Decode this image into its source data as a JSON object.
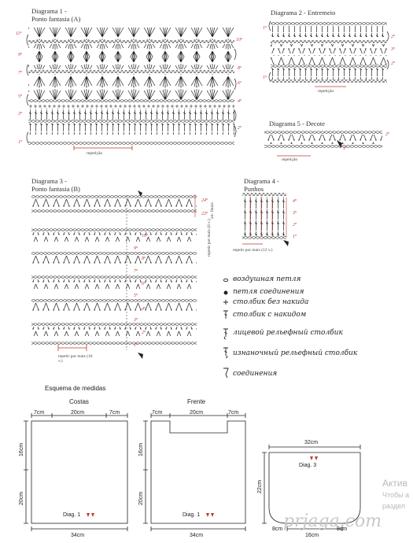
{
  "diagrams": {
    "d1": {
      "title": "Diagrama 1 -",
      "subtitle": "Ponto fantasia (A)",
      "repeat": "repetição",
      "rows_left": [
        "11ª",
        "9ª",
        "7ª",
        "5ª",
        "3ª",
        "1ª"
      ],
      "rows_right": [
        "10ª",
        "8ª",
        "6ª",
        "4ª",
        "2ª"
      ]
    },
    "d2": {
      "title": "Diagrama 2 - Entremeio",
      "repeat": "repetição",
      "rows": [
        "1ª",
        "2ª",
        "3ª",
        "2ª",
        "1ª"
      ]
    },
    "d5": {
      "title": "Diagrama 5 - Decote",
      "repeat": "repetição",
      "rows": [
        "2ª",
        "1ª"
      ]
    },
    "d3": {
      "title": "Diagrama 3 -",
      "subtitle": "Ponto fantasia (B)",
      "side_note": "arr. finais",
      "rows": [
        "24ª",
        "23ª",
        "10ª",
        "9ª",
        "8ª",
        "7ª",
        "6ª",
        "5ª",
        "4ª",
        "3ª",
        "2ª",
        "1ª"
      ],
      "repeat_top": "repetir por mais (8 v.)",
      "repeat_bottom": "repetir por mais (16 v.)"
    },
    "d4": {
      "title": "Diagrama 4 -",
      "subtitle": "Punhos",
      "rows": [
        "4ª",
        "3ª",
        "2ª",
        "1ª"
      ],
      "repeat": "repetir por mais (12 v.)"
    }
  },
  "legend": [
    {
      "icon": "chain-stitch-icon",
      "text": "воздушная петля"
    },
    {
      "icon": "slip-stitch-icon",
      "text": "петля соединения"
    },
    {
      "icon": "single-crochet-icon",
      "text": "столбик без накида"
    },
    {
      "icon": "double-crochet-icon",
      "text": "столбик с накидом"
    },
    {
      "icon": "front-post-icon",
      "text": "лицевой рельефный столбик"
    },
    {
      "icon": "back-post-icon",
      "text": "изнаночный рельефный столбик"
    },
    {
      "icon": "join-icon",
      "text": "соединения"
    }
  ],
  "schema": {
    "title": "Esquema de medidas",
    "costas": {
      "label": "Costas",
      "w_left": "7cm",
      "w_mid": "20cm",
      "w_right": "7cm",
      "h_top": "16cm",
      "h_bottom": "20cm",
      "diag": "Diag. 1",
      "bottom": "34cm"
    },
    "frente": {
      "label": "Frente",
      "w_left": "7cm",
      "w_mid": "20cm",
      "w_right": "7cm",
      "h_top": "16cm",
      "h_bottom": "20cm",
      "diag": "Diag. 1",
      "bottom": "34cm"
    },
    "manga": {
      "top": "32cm",
      "height": "22cm",
      "diag": "Diag. 3",
      "b_left": "8cm",
      "b_mid": "16cm",
      "b_right": "8cm"
    }
  },
  "watermark": {
    "line1": "Актив",
    "line2": "Чтобы а",
    "line3": "раздел",
    "site": "prjaga.com"
  }
}
